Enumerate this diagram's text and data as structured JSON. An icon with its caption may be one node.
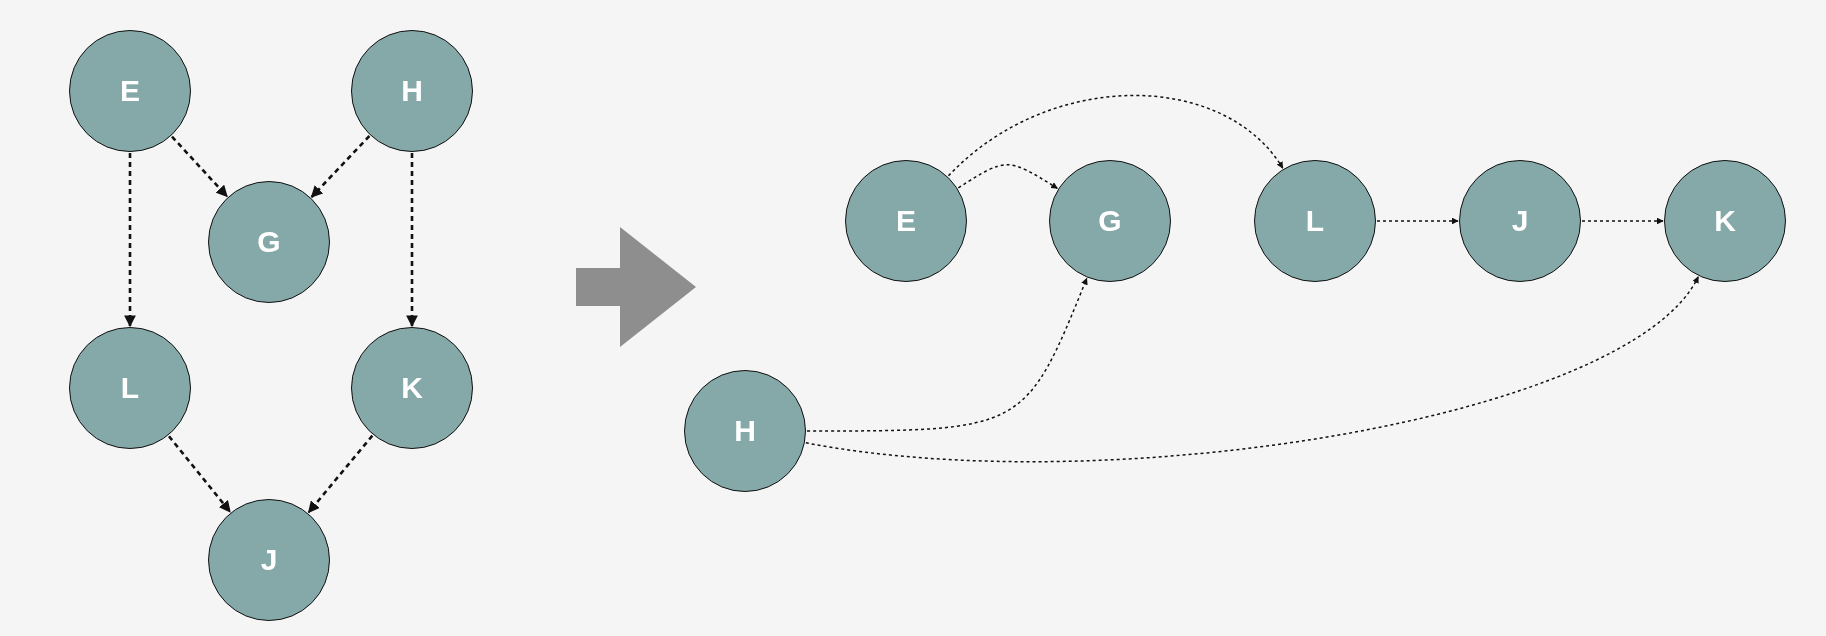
{
  "diagram": {
    "nodes": [
      {
        "text": [
          "E"
        ]
      },
      {
        "text": [
          "H"
        ]
      },
      {
        "text": [
          "G"
        ]
      },
      {
        "text": [
          "L"
        ]
      },
      {
        "text": [
          "K"
        ]
      },
      {
        "text": [
          "J"
        ]
      },
      {
        "text": [
          "E"
        ]
      },
      {
        "text": [
          "G"
        ]
      },
      {
        "text": [
          "L"
        ]
      },
      {
        "text": [
          "J"
        ]
      },
      {
        "text": [
          "K"
        ]
      },
      {
        "text": [
          "H"
        ]
      }
    ],
    "edges": [
      {
        "from": 0,
        "to": 2,
        "arrow": "to",
        "style": "dashed"
      },
      {
        "from": 1,
        "to": 2,
        "arrow": "to",
        "style": "dashed"
      },
      {
        "from": 0,
        "to": 3,
        "arrow": "to",
        "style": "dashed"
      },
      {
        "from": 1,
        "to": 4,
        "arrow": "to",
        "style": "dashed"
      },
      {
        "from": 3,
        "to": 5,
        "arrow": "to",
        "style": "dashed"
      },
      {
        "from": 4,
        "to": 5,
        "arrow": "to",
        "style": "dashed"
      },
      {
        "from": 6,
        "to": 7,
        "arrow": "to",
        "style": "dashed"
      },
      {
        "from": 6,
        "to": 8,
        "arrow": "to",
        "style": "dashed"
      },
      {
        "from": 8,
        "to": 9,
        "arrow": "to",
        "style": "dashed"
      },
      {
        "from": 9,
        "to": 10,
        "arrow": "to",
        "style": "dashed"
      },
      {
        "from": 11,
        "to": 7,
        "arrow": "to",
        "style": "dashed"
      },
      {
        "from": 11,
        "to": 10,
        "arrow": "to",
        "style": "dashed"
      }
    ]
  }
}
